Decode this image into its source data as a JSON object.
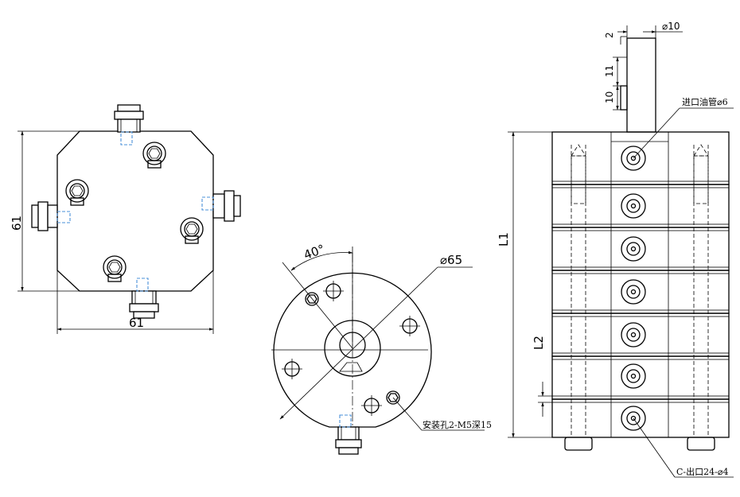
{
  "front_view": {
    "width_dim": "61",
    "height_dim": "61"
  },
  "bottom_view": {
    "angle_dim": "40°",
    "diameter_dim": "⌀65",
    "mount_note": "安装孔2-M5深15"
  },
  "side_view": {
    "pipe_diameter_dim": "⌀10",
    "dim_2": "2",
    "dim_11": "11",
    "dim_10": "10",
    "inlet_note": "进口油管⌀6",
    "l1_dim": "L1",
    "l2_dim": "L2",
    "outlet_note": "C-出口24-⌀4"
  }
}
